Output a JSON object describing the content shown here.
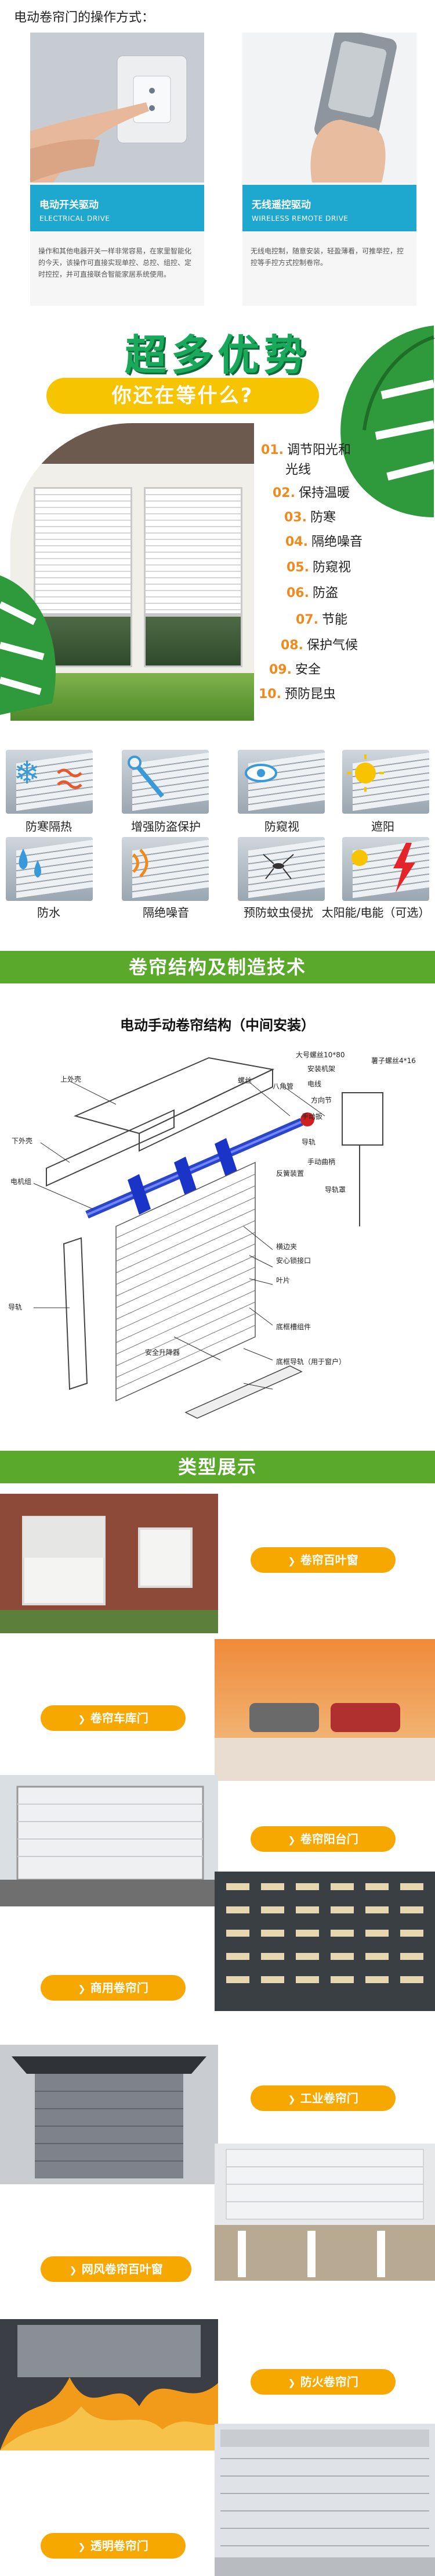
{
  "operation": {
    "title": "电动卷帘门的操作方式：",
    "cards": [
      {
        "label_cn": "电动开关驱动",
        "label_en": "ELECTRICAL DRIVE",
        "desc": "操作和其他电器开关一样非常容易，在家里智能化的今天，该操作可直接实现单控、总控、组控、定时控控，并可直接联合智能家居系统使用。"
      },
      {
        "label_cn": "无线遥控驱动",
        "label_en": "WIRELESS REMOTE DRIVE",
        "desc": "无线电控制，随意安装，轻盈薄看，可推举控，控控等手控方式控制卷帘。"
      }
    ]
  },
  "advantages": {
    "title": "超多优势",
    "subtitle": "你还在等什么?",
    "items": [
      {
        "num": "01.",
        "text": "调节阳光和"
      },
      {
        "num": "",
        "text": "光线"
      },
      {
        "num": "02.",
        "text": "保持温暖"
      },
      {
        "num": "03.",
        "text": "防寒"
      },
      {
        "num": "04.",
        "text": "隔绝噪音"
      },
      {
        "num": "05.",
        "text": "防窥视"
      },
      {
        "num": "06.",
        "text": "防盗"
      },
      {
        "num": "07.",
        "text": "节能"
      },
      {
        "num": "08.",
        "text": "保护气候"
      },
      {
        "num": "09.",
        "text": "安全"
      },
      {
        "num": "10.",
        "text": "预防昆虫"
      }
    ],
    "icons": [
      {
        "label": "防寒隔热",
        "icon": "snowflake-heat-icon"
      },
      {
        "label": "增强防盗保护",
        "icon": "tools-icon"
      },
      {
        "label": "防窥视",
        "icon": "eye-icon"
      },
      {
        "label": "遮阳",
        "icon": "sun-icon"
      },
      {
        "label": "防水",
        "icon": "water-drop-icon"
      },
      {
        "label": "隔绝噪音",
        "icon": "sound-icon"
      },
      {
        "label": "预防蚊虫侵扰",
        "icon": "mosquito-icon"
      },
      {
        "label": "太阳能/电能（可选）",
        "icon": "solar-lightning-icon"
      }
    ]
  },
  "structure": {
    "bar": "卷帘结构及制造技术",
    "title": "电动手动卷帘结构（中间安装）",
    "labels": {
      "top_box": "上外壳",
      "bottom_shell": "下外壳",
      "motor": "电机组",
      "rail": "导轨",
      "bolt": "螺丝",
      "spindle": "八角管",
      "big_screw": "大号螺丝10*80",
      "mount_plate": "安装机架",
      "cable": "电线",
      "direction": "方向节",
      "wrench": "手动扳",
      "small_screw": "薯子螺丝4*16",
      "arrow": "导轨",
      "crank": "手动曲柄",
      "spring": "反簧装置",
      "rail_guide": "导轨罩",
      "end_lock": "横边夹",
      "safety": "安心锁接口",
      "slats": "叶片",
      "bottom_bar": "底框槽组件",
      "bottom_rail": "底框导轨（用于窗户）",
      "safety_lock": "安全升降器"
    }
  },
  "types": {
    "bar": "类型展示",
    "items": [
      "卷帘百叶窗",
      "卷帘车库门",
      "卷帘阳台门",
      "商用卷帘门",
      "工业卷帘门",
      "网风卷帘百叶窗",
      "防火卷帘门",
      "透明卷帘门"
    ]
  },
  "colors": {
    "green": "#5aa92a",
    "title_green": "#19a95a",
    "yellow": "#f6c400",
    "orange": "#f6a800",
    "blue": "#1fa8cf"
  }
}
